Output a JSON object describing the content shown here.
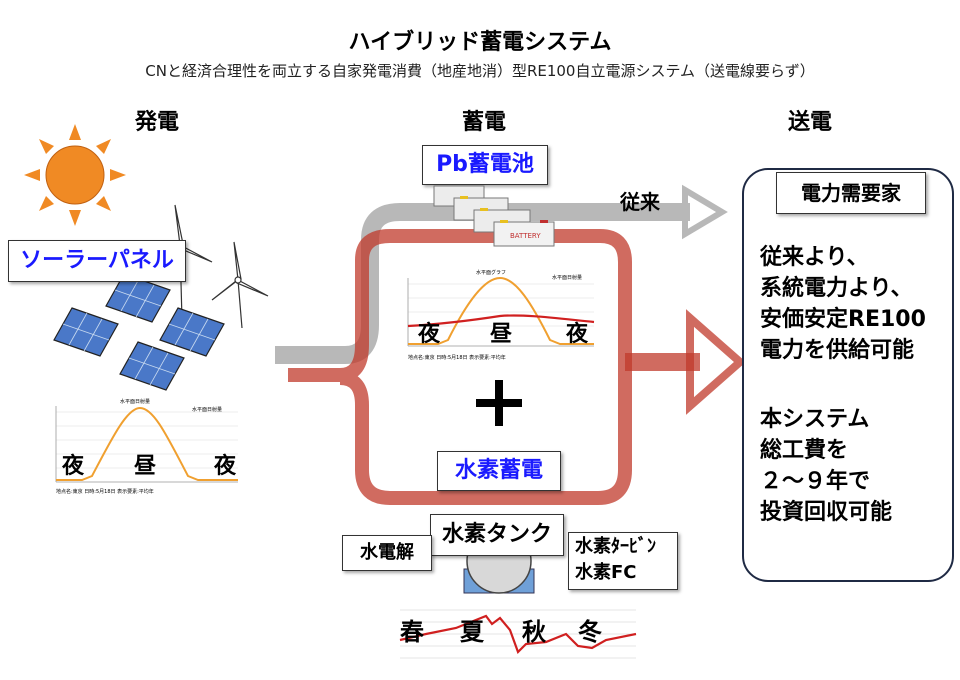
{
  "title": "ハイブリッド蓄電システム",
  "subtitle": "CNと経済合理性を両立する自家発電消費（地産地消）型RE100自立電源システム（送電線要らず）",
  "columns": {
    "generation": "発電",
    "storage": "蓄電",
    "transmission": "送電"
  },
  "labels": {
    "solar_panel": "ソーラーパネル",
    "pb_battery": "Pb蓄電池",
    "conventional": "従来",
    "plus": "＋",
    "hydrogen_storage": "水素蓄電",
    "electrolysis": "水電解",
    "hydrogen_tank": "水素タンク",
    "h2_turbine": "水素ﾀｰﾋﾞﾝ",
    "h2_fc": "水素FC",
    "battery_text": "BATTERY"
  },
  "demand": {
    "header": "電力需要家",
    "para1": [
      "従来より、",
      "系統電力より、",
      "安価安定RE100",
      "電力を供給可能"
    ],
    "para2": [
      "本システム",
      "総工費を",
      "２～９年で",
      "投資回収可能"
    ]
  },
  "solar_graph": {
    "night1": "夜",
    "day": "昼",
    "night2": "夜",
    "chart_title": "水平面日射量",
    "legend": "水平面日射量",
    "footer": "地点名:東京 日時:5月18日 表示要素:平均年"
  },
  "storage_graph": {
    "night1": "夜",
    "day": "昼",
    "night2": "夜",
    "chart_title": "水平面グラフ",
    "legend": "水平面日射量",
    "footer": "地点名:東京 日時:5月18日 表示要素:平均年"
  },
  "season_graph": {
    "spring": "春",
    "summer": "夏",
    "autumn": "秋",
    "winter": "冬"
  },
  "colors": {
    "arrow_red": "#c0392b",
    "arrow_gray": "#b5b5b5",
    "curve_orange": "#f0a030",
    "label_blue": "#1a1aff",
    "sun": "#f08a24"
  }
}
